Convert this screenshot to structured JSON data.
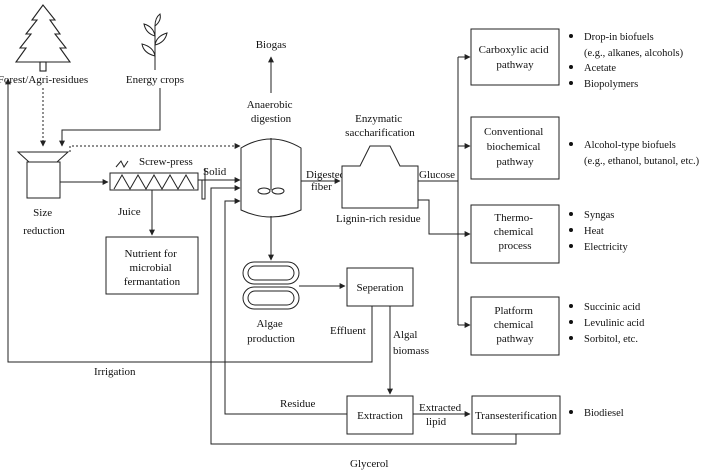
{
  "sources": {
    "forest": "Forest/Agri-residues",
    "energy_crops": "Energy crops"
  },
  "size_reduction": {
    "line1": "Size",
    "line2": "reduction"
  },
  "screw_press": "Screw-press",
  "juice": "Juice",
  "solid": "Solid",
  "nutrient": {
    "line1": "Nutrient for",
    "line2": "microbial",
    "line3": "fermantation"
  },
  "biogas": "Biogas",
  "anaerobic": {
    "line1": "Anaerobic",
    "line2": "digestion"
  },
  "digested_fiber": {
    "line1": "Digested",
    "line2": "fiber"
  },
  "enzymatic": {
    "line1": "Enzymatic",
    "line2": "saccharification"
  },
  "glucose": "Glucose",
  "lignin_residue": "Lignin-rich residue",
  "algae": {
    "line1": "Algae",
    "line2": "production"
  },
  "seperation": "Seperation",
  "effluent": "Effluent",
  "algal_biomass": {
    "line1": "Algal",
    "line2": "biomass"
  },
  "irrigation": "Irrigation",
  "residue": "Residue",
  "extraction": "Extraction",
  "extracted_lipid": {
    "line1": "Extracted",
    "line2": "lipid"
  },
  "transesterification": "Transesterification",
  "glycerol": "Glycerol",
  "pathways": {
    "carboxylic": {
      "line1": "Carboxylic acid",
      "line2": "pathway"
    },
    "conventional": {
      "line1": "Conventional",
      "line2": "biochemical",
      "line3": "pathway"
    },
    "thermo": {
      "line1": "Thermo-",
      "line2": "chemical",
      "line3": "process"
    },
    "platform": {
      "line1": "Platform",
      "line2": "chemical",
      "line3": "pathway"
    }
  },
  "products": {
    "carboxylic": {
      "b1": "Drop-in biofuels",
      "b1_cont": "(e.g., alkanes, alcohols)",
      "b2": "Acetate",
      "b3": "Biopolymers"
    },
    "conventional": {
      "b1": "Alcohol-type biofuels",
      "b1_cont": "(e.g., ethanol, butanol, etc.)"
    },
    "thermo": {
      "b1": "Syngas",
      "b2": "Heat",
      "b3": "Electricity"
    },
    "platform": {
      "b1": "Succinic acid",
      "b2": "Levulinic acid",
      "b3": "Sorbitol, etc."
    },
    "biodiesel": "Biodiesel"
  }
}
